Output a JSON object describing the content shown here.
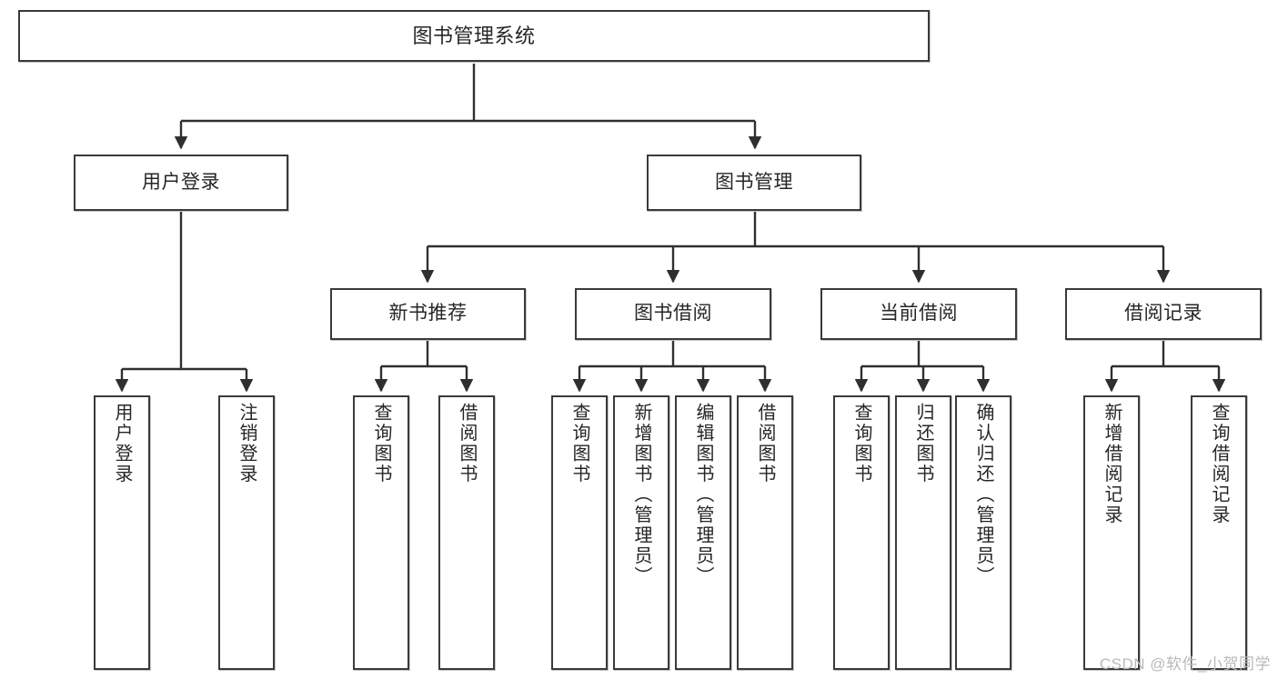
{
  "diagram": {
    "title": "图书管理系统",
    "type": "tree-hierarchy",
    "watermark": "CSDN @软件_小贺同学",
    "colors": {
      "background": "#ffffff",
      "node_border": "#3a3a3a",
      "node_fill": "#ffffff",
      "edge": "#2f2f2f",
      "text": "#262626",
      "watermark": "#b9b9b9"
    },
    "nodes": {
      "root": {
        "label": "图书管理系统"
      },
      "level2": [
        {
          "label": "用户登录"
        },
        {
          "label": "图书管理"
        }
      ],
      "level3": [
        {
          "label": "新书推荐"
        },
        {
          "label": "图书借阅"
        },
        {
          "label": "当前借阅"
        },
        {
          "label": "借阅记录"
        }
      ],
      "leaves": {
        "user_login": [
          {
            "label": "用户登录"
          },
          {
            "label": "注销登录"
          }
        ],
        "new_book_recommend": [
          {
            "label": "查询图书"
          },
          {
            "label": "借阅图书"
          }
        ],
        "book_borrow": [
          {
            "label": "查询图书"
          },
          {
            "label": "新增图书（管理员）"
          },
          {
            "label": "编辑图书（管理员）"
          },
          {
            "label": "借阅图书"
          }
        ],
        "current_borrow": [
          {
            "label": "查询图书"
          },
          {
            "label": "归还图书"
          },
          {
            "label": "确认归还（管理员）"
          }
        ],
        "borrow_record": [
          {
            "label": "新增借阅记录"
          },
          {
            "label": "查询借阅记录"
          }
        ]
      }
    }
  }
}
